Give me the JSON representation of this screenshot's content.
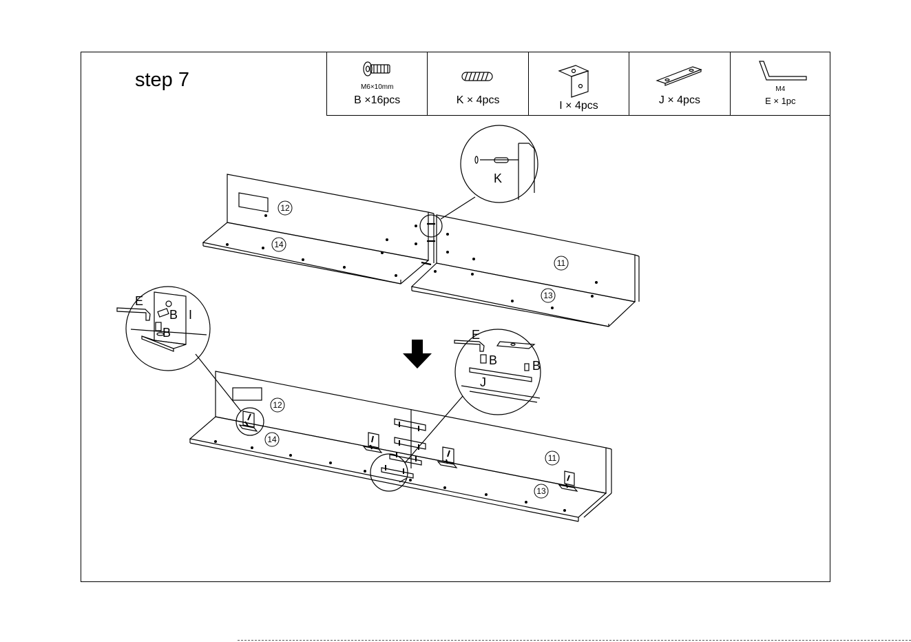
{
  "step_title": "step 7",
  "parts": [
    {
      "id": "B",
      "size": "M6×10mm",
      "qty": "B ×16pcs",
      "icon": "bolt-icon"
    },
    {
      "id": "K",
      "size": "",
      "qty": "K × 4pcs",
      "icon": "dowel-icon"
    },
    {
      "id": "I",
      "size": "",
      "qty": "I × 4pcs",
      "icon": "l-bracket-icon"
    },
    {
      "id": "J",
      "size": "",
      "qty": "J × 4pcs",
      "icon": "flat-plate-icon"
    },
    {
      "id": "E",
      "size": "M4",
      "qty": "E × 1pc",
      "icon": "allen-key-icon"
    }
  ],
  "callouts": {
    "dowel": "K",
    "allen_key": "E",
    "bolt": "B",
    "bracket": "I",
    "plate": "J"
  },
  "panel_numbers": {
    "p11": "11",
    "p12": "12",
    "p13": "13",
    "p14": "14"
  }
}
